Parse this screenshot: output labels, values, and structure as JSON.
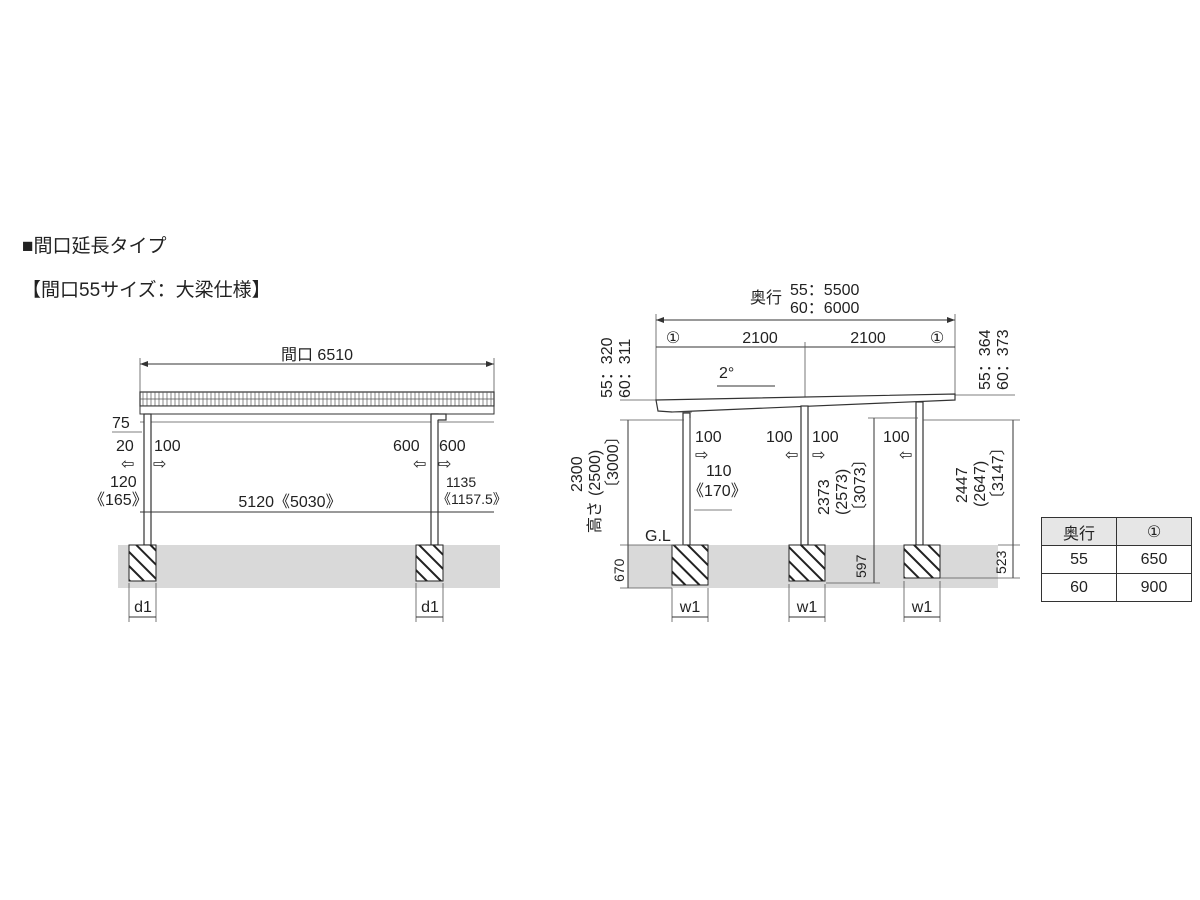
{
  "headings": {
    "type": "■間口延長タイプ",
    "size": "【間口55サイズ：大梁仕様】"
  },
  "front": {
    "width_label": "間口 6510",
    "roof_offset": "75",
    "left_offset_a": "20",
    "left_offset_b": "100",
    "left_depth_a": "120",
    "left_depth_b": "《165》",
    "span": "5120《5030》",
    "right_offset_a": "600",
    "right_offset_b": "600",
    "right_depth_a": "1135",
    "right_depth_b": "《1157.5》",
    "footing_left": "d1",
    "footing_right": "d1"
  },
  "side": {
    "depth_title": "奥行",
    "depth_55": "55：5500",
    "depth_60": "60：6000",
    "marker_left": "①",
    "marker_right": "①",
    "bay_1": "2100",
    "bay_2": "2100",
    "roof_left_55": "55：320",
    "roof_left_60": "60：311",
    "roof_right_55": "55：364",
    "roof_right_60": "60：373",
    "slope": "2°",
    "height_label": "高さ",
    "height_1": "2300",
    "height_2": "(2500)",
    "height_3": "〔3000〕",
    "gl": "G.L",
    "footing_height": "670",
    "post1_offset": "100",
    "post1_depth_a": "110",
    "post1_depth_b": "《170》",
    "post2_offset_a": "100",
    "post2_offset_b": "100",
    "post3_offset": "100",
    "mid_height_1": "2373",
    "mid_height_2": "(2573)",
    "mid_height_3": "〔3073〕",
    "mid_footing": "597",
    "right_height_1": "2447",
    "right_height_2": "(2647)",
    "right_height_3": "〔3147〕",
    "right_footing": "523",
    "footing_1": "w1",
    "footing_2": "w1",
    "footing_3": "w1"
  },
  "table": {
    "headers": [
      "奥行",
      "①"
    ],
    "rows": [
      [
        "55",
        "650"
      ],
      [
        "60",
        "900"
      ]
    ]
  }
}
